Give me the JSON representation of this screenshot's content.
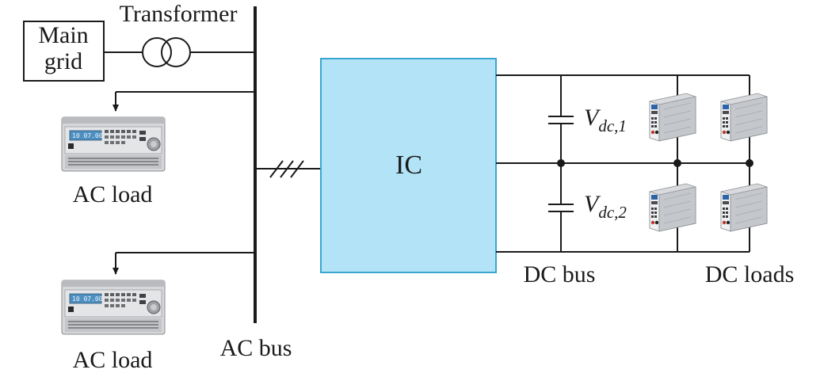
{
  "labels": {
    "transformer": "Transformer",
    "main_grid_line1": "Main",
    "main_grid_line2": "grid",
    "ic": "IC",
    "ac_load_top": "AC load",
    "ac_load_bottom": "AC load",
    "ac_bus": "AC bus",
    "dc_bus": "DC bus",
    "dc_loads": "DC loads",
    "vdc1_main": "V",
    "vdc1_sub": "dc,1",
    "vdc2_main": "V",
    "vdc2_sub": "dc,2"
  },
  "ac_load_display": {
    "screen_text": "10 07.00"
  },
  "colors": {
    "ic_fill": "#b3e3f7",
    "ic_stroke": "#3aa6cf",
    "line": "#1a1a1a"
  }
}
